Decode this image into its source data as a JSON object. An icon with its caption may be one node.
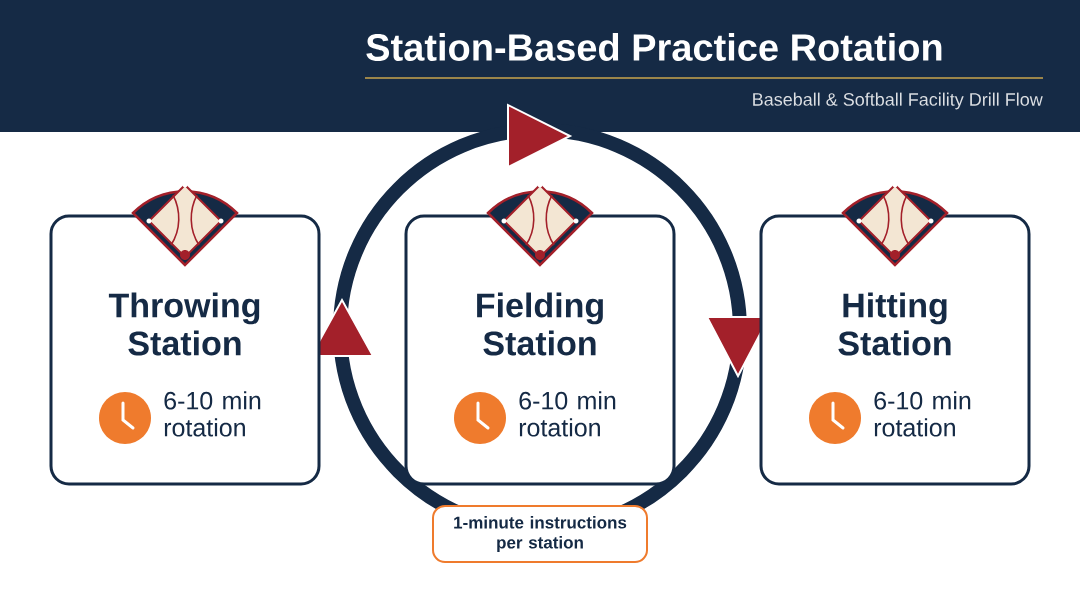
{
  "diagram": {
    "title": "Station-Based Practice Rotation",
    "caption": "Baseball & Softball Facility Drill Flow",
    "nodes": [
      {
        "text": [
          "Throwing Station",
          "6-10 min rotation"
        ]
      },
      {
        "text": [
          "Fielding Station",
          "6-10 min rotation"
        ]
      },
      {
        "text": [
          "Hitting Station",
          "6-10 min rotation"
        ]
      },
      {
        "text": [
          "1-minute instructions per station"
        ]
      }
    ]
  }
}
